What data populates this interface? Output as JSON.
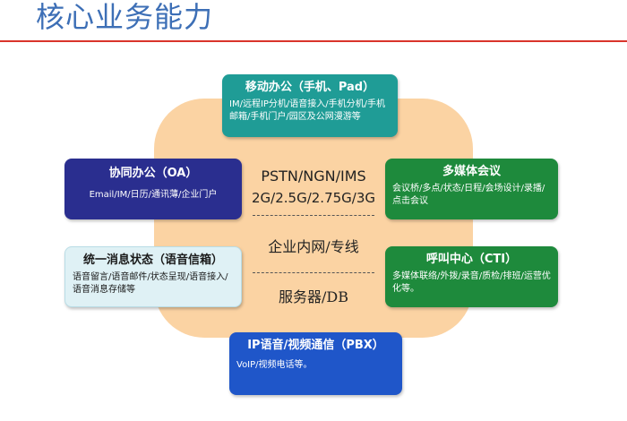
{
  "header": {
    "title": "核心业务能力"
  },
  "colors": {
    "title": "#3d6fb6",
    "rule": "#d9342b",
    "core": "#fbd3a3",
    "teal": "#1f9c96",
    "navy": "#2a2e8f",
    "green": "#1e8a3c",
    "light_teal": "#dff1f5",
    "blue": "#1f56c9"
  },
  "center": {
    "line1": "PSTN/NGN/IMS",
    "line2": "2G/2.5G/2.75G/3G",
    "line3": "企业内网/专线",
    "line4": "服务器/DB"
  },
  "cards": {
    "mobile": {
      "title": "移动办公（手机、Pad）",
      "desc": "IM/远程IP分机/语音接入/手机分机/手机邮箱/手机门户/园区及公网漫游等"
    },
    "oa": {
      "title": "协同办公（OA）",
      "desc": "Email/IM/日历/通讯薄/企业门户"
    },
    "unified": {
      "title": "统一消息状态（语音信箱）",
      "desc": "语音留言/语音邮件/状态呈现/语音接入/语音消息存储等"
    },
    "multimedia": {
      "title": "多媒体会议",
      "desc": "会议桥/多点/状态/日程/会场设计/录播/点击会议"
    },
    "callcenter": {
      "title": "呼叫中心（CTI）",
      "desc": "多媒体联络/外拨/录音/质检/排班/运营优化等。"
    },
    "ip": {
      "title": "IP语音/视频通信（PBX）",
      "desc": "VoIP/视频电话等。"
    }
  }
}
